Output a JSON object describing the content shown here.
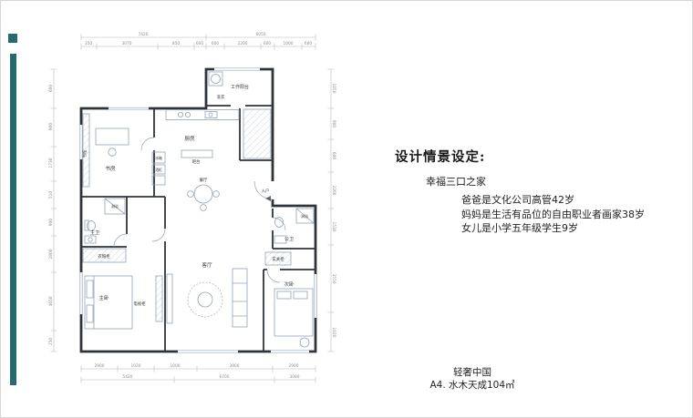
{
  "slide": {
    "accent_color": "#256a6d"
  },
  "plan": {
    "labels": {
      "work_balcony": "工作阳台",
      "laundry": "洗衣",
      "kitchen": "厨房",
      "bar": "吧台",
      "dining": "餐厅",
      "study": "书房",
      "bookcase": "书柜",
      "fridge": "冰箱",
      "wine_cabinet": "酒柜",
      "master_bath": "主卫",
      "shower_master": "淋浴",
      "wardrobe": "衣帽柜",
      "master_bedroom": "主卧",
      "tv_cabinet": "电视柜",
      "living_room": "客厅",
      "entry": "入户",
      "guest_bath": "公卫",
      "shower_guest": "淋浴",
      "hall_cabinet": "玄关柜",
      "second_bedroom": "次卧"
    },
    "dims": {
      "top_overall": [
        "7420",
        "6050"
      ],
      "top_segments": [
        "350",
        "3070",
        "850",
        "600",
        "600",
        "2200",
        "600",
        "1000",
        "600"
      ],
      "bottom_segments": [
        "2900",
        "1020",
        "1000",
        "3900",
        "2900"
      ],
      "bottom_overall": [
        "5420",
        "6700",
        "3080"
      ],
      "left": [
        "600",
        "900",
        "1730",
        "510",
        "900",
        "2800",
        "4650",
        "250"
      ],
      "right": [
        "1050",
        "900",
        "600",
        "2260",
        "1530",
        "3550",
        "1020"
      ]
    }
  },
  "scenario": {
    "heading": "设计情景设定:",
    "subtitle": "幸福三口之家",
    "lines": [
      "爸爸是文化公司高管42岁",
      "妈妈是生活有品位的自由职业者画家38岁",
      "女儿是小学五年级学生9岁"
    ]
  },
  "footer": {
    "series": "轻奢中国",
    "title": "A4. 水木天成104㎡"
  }
}
